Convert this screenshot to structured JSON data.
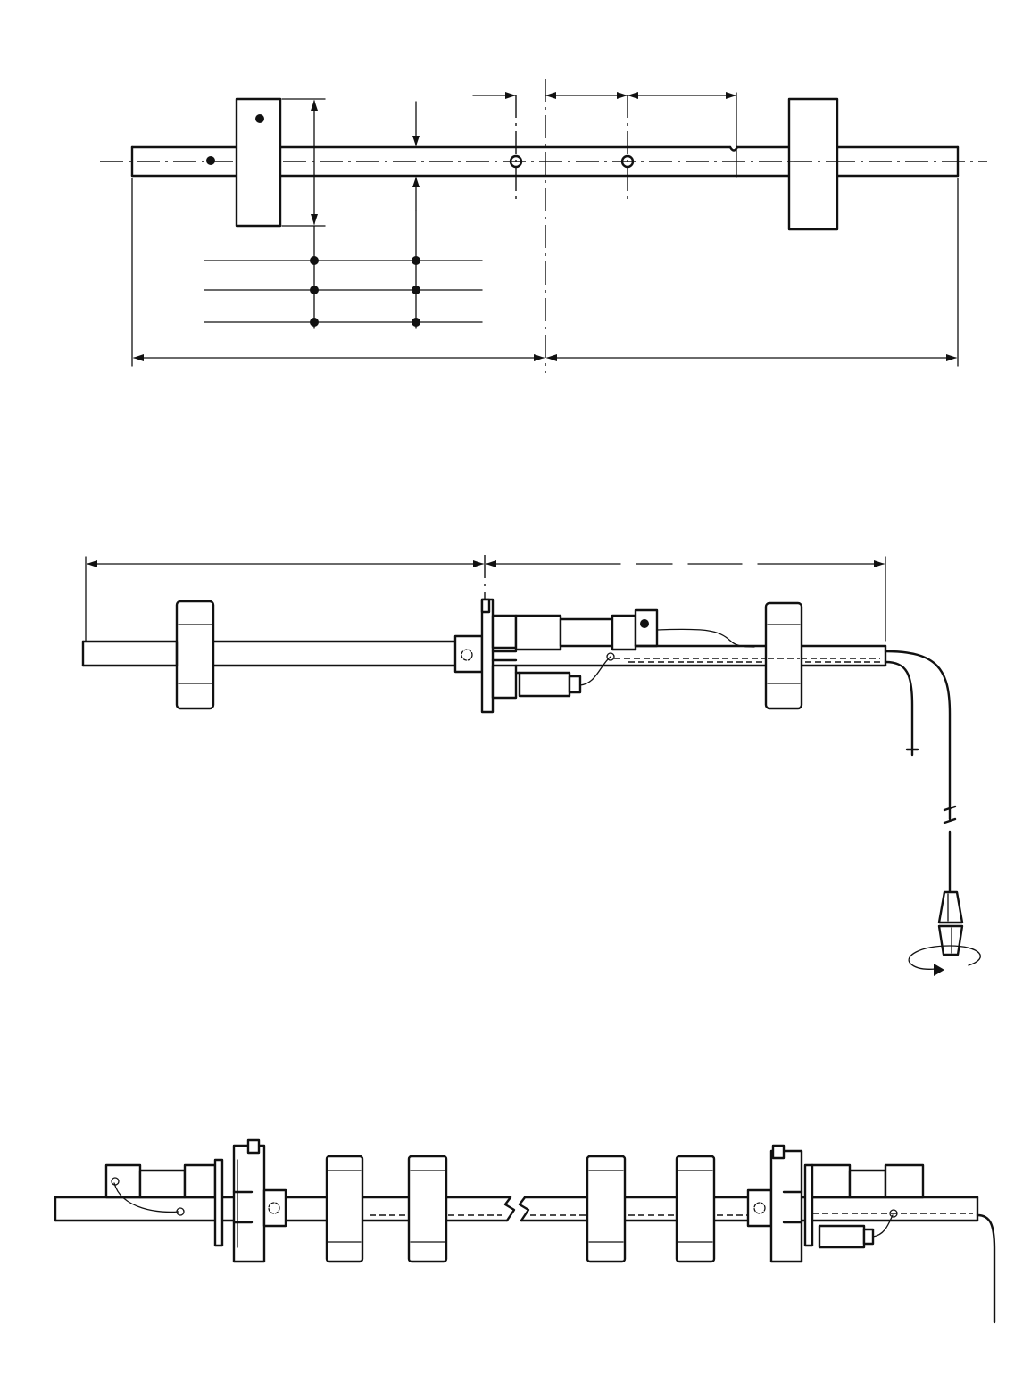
{
  "diagram": {
    "panels": [
      {
        "id": "shaft-layout-view"
      },
      {
        "id": "single-rotor-tool-view"
      },
      {
        "id": "multi-rotor-assembly-view"
      }
    ],
    "colors": {
      "ink": "#111111",
      "paper": "#ffffff"
    }
  }
}
